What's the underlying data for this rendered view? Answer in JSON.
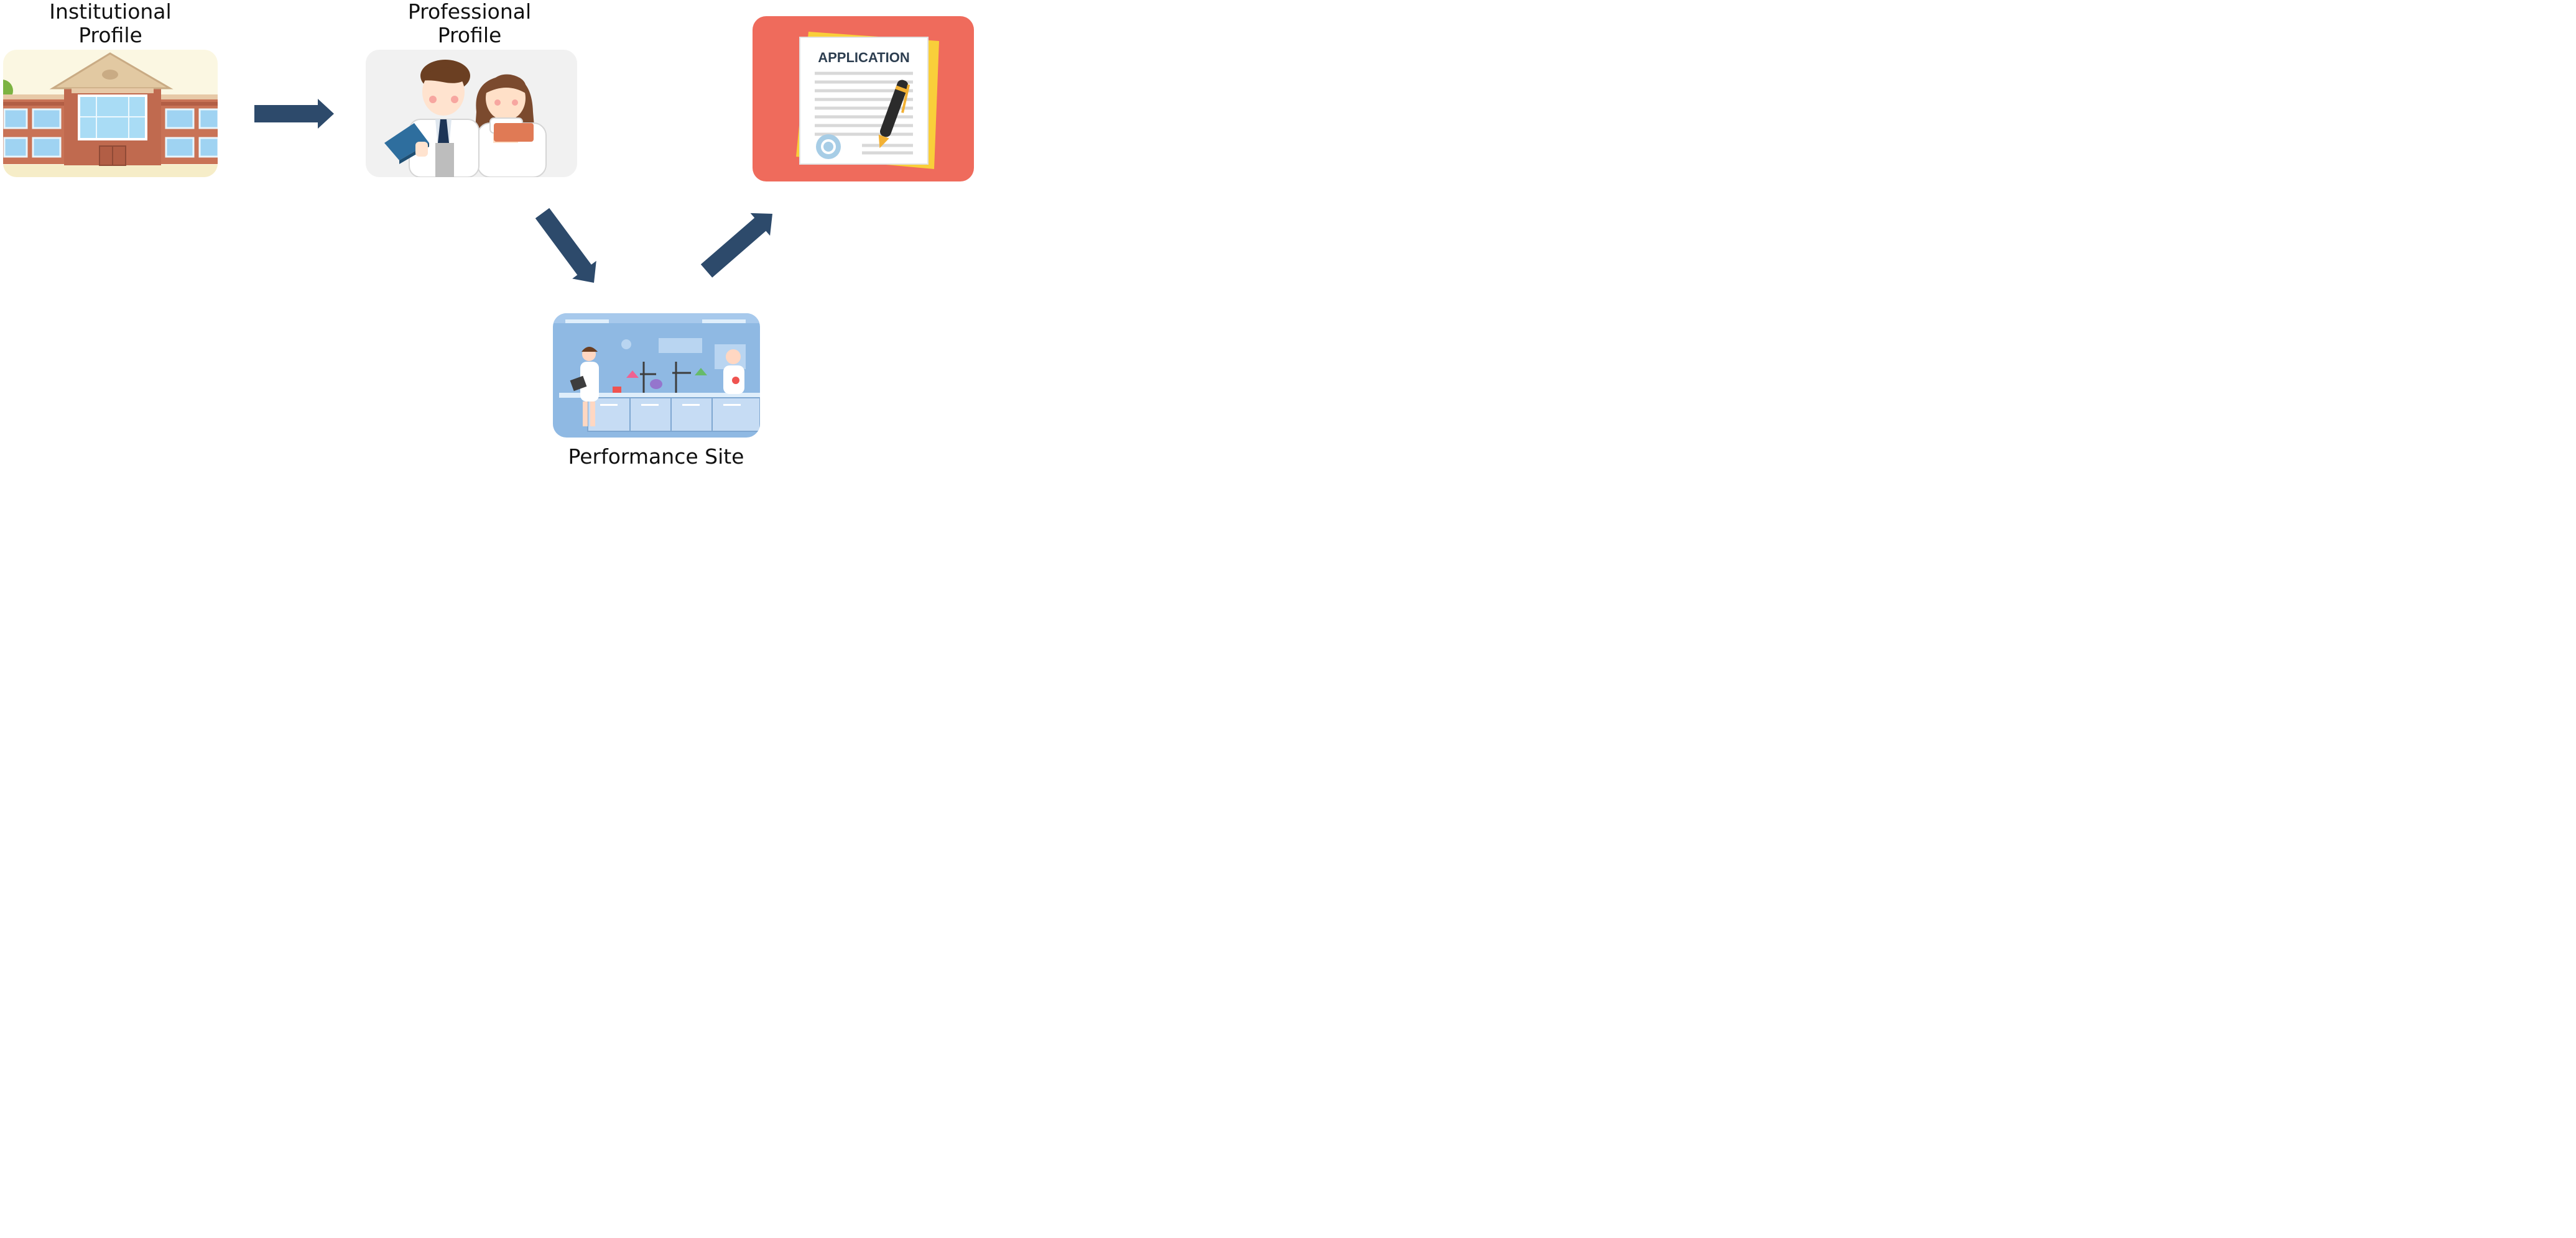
{
  "diagram": {
    "nodes": [
      {
        "id": "institutional",
        "label": "Institutional\nProfile"
      },
      {
        "id": "professional",
        "label": "Professional\nProfile"
      },
      {
        "id": "application",
        "label": "",
        "document_title": "APPLICATION"
      },
      {
        "id": "performance",
        "label": "Performance Site"
      }
    ],
    "edges": [
      {
        "from": "institutional",
        "to": "professional"
      },
      {
        "from": "professional",
        "to": "performance"
      },
      {
        "from": "performance",
        "to": "application"
      }
    ]
  },
  "colors": {
    "arrow": "#2d4a6b",
    "application_bg": "#ef6b5c",
    "application_paper_back": "#f9cf3a",
    "building_wall": "#c97356",
    "building_bg": "#fbf7e2",
    "lab_bg": "#8fb9e3",
    "professional_bg": "#f1f1f1"
  }
}
